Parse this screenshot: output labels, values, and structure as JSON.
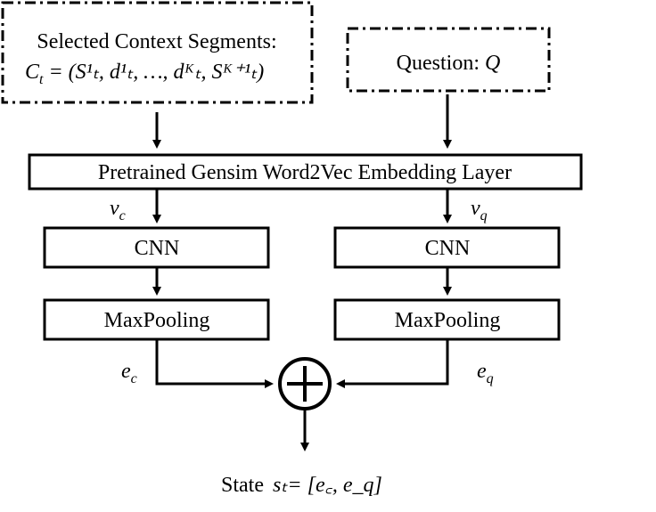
{
  "context_box": {
    "title": "Selected Context Segments:",
    "formula_prefix": "C",
    "formula_prefix_sub": "t",
    "formula_body": "= (S¹ₜ, d¹ₜ, …, dᴷₜ, Sᴷ⁺¹ₜ)"
  },
  "question_box": {
    "label": "Question: ",
    "symbol": "Q"
  },
  "embedding_layer": {
    "label": "Pretrained Gensim Word2Vec Embedding Layer"
  },
  "left_branch": {
    "vector": "v",
    "vector_sub": "c",
    "cnn": "CNN",
    "pool": "MaxPooling",
    "out": "e",
    "out_sub": "c"
  },
  "right_branch": {
    "vector": "v",
    "vector_sub": "q",
    "cnn": "CNN",
    "pool": "MaxPooling",
    "out": "e",
    "out_sub": "q"
  },
  "state": {
    "label": "State",
    "formula": "sₜ= [e꜀, e_q]"
  }
}
